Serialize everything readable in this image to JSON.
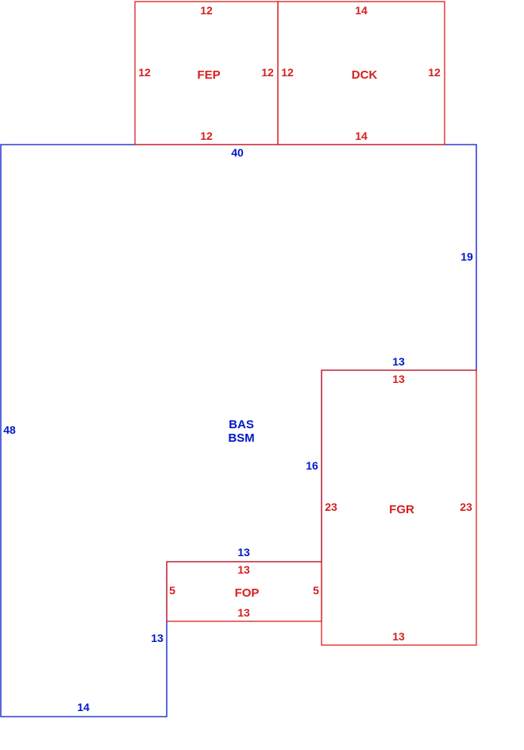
{
  "colors": {
    "main": "#0018c8",
    "addition": "#d81e1e"
  },
  "areas": {
    "bas": {
      "code": "BAS",
      "code2": "BSM",
      "dims": {
        "top": "40",
        "right_upper": "19",
        "garage_edge": "13",
        "garage_side": "16",
        "porch_top": "13",
        "porch_side": "13",
        "bottom": "14",
        "left": "48"
      }
    },
    "fep": {
      "code": "FEP",
      "dims": {
        "top": "12",
        "left": "12",
        "right": "12",
        "bottom": "12"
      }
    },
    "dck": {
      "code": "DCK",
      "dims": {
        "top": "14",
        "left": "12",
        "right": "12",
        "bottom": "14"
      }
    },
    "fgr": {
      "code": "FGR",
      "dims": {
        "top": "13",
        "left": "23",
        "right": "23",
        "bottom": "13"
      }
    },
    "fop": {
      "code": "FOP",
      "dims": {
        "top": "13",
        "left": "5",
        "right": "5",
        "bottom": "13"
      }
    }
  }
}
